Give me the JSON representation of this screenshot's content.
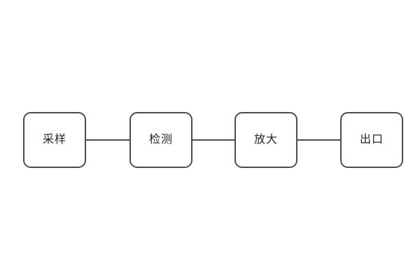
{
  "diagram": {
    "type": "flowchart",
    "nodes": [
      {
        "id": "sampling",
        "label": "采样"
      },
      {
        "id": "detection",
        "label": "检测"
      },
      {
        "id": "amplify",
        "label": "放大"
      },
      {
        "id": "outlet",
        "label": "出口"
      }
    ],
    "connections": [
      {
        "from": "sampling",
        "to": "detection",
        "style": "plain-line"
      },
      {
        "from": "detection",
        "to": "amplify",
        "style": "plain-line"
      },
      {
        "from": "amplify",
        "to": "outlet",
        "style": "plain-line"
      }
    ],
    "colors": {
      "node_border": "#4d4d4d",
      "connector": "#4d4d4d",
      "text": "#262626",
      "background": "#ffffff"
    }
  }
}
